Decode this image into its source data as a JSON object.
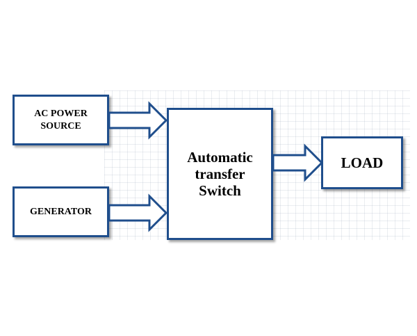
{
  "diagram": {
    "blocks": {
      "ac_power_source": "AC POWER\nSOURCE",
      "generator": "GENERATOR",
      "automatic_transfer_switch": "Automatic\ntransfer\nSwitch",
      "load": "LOAD"
    },
    "colors": {
      "block_border": "#1f4e8c",
      "block_fill": "#ffffff",
      "text": "#000000"
    },
    "connections": [
      {
        "from": "ac_power_source",
        "to": "automatic_transfer_switch"
      },
      {
        "from": "generator",
        "to": "automatic_transfer_switch"
      },
      {
        "from": "automatic_transfer_switch",
        "to": "load"
      }
    ]
  }
}
